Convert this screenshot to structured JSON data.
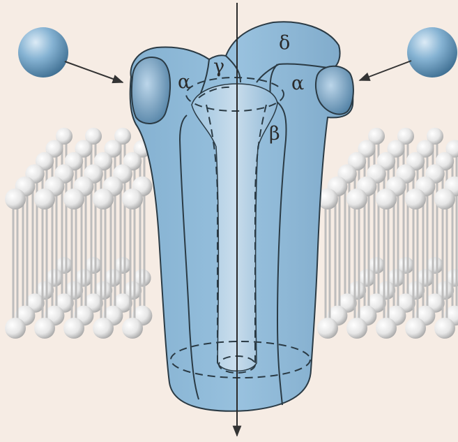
{
  "figure": {
    "subunit_labels": {
      "alpha_left": "α",
      "gamma": "γ",
      "delta": "δ",
      "alpha_right": "α",
      "beta": "β"
    },
    "colors": {
      "background": "#f6ece4",
      "receptor_fill": "#8db8d6",
      "receptor_outline": "#2a3a44",
      "ligand_fill": "#79a9cc",
      "lipid_head": "#e9e9e9",
      "lipid_tail": "#bfbfbf",
      "arrow": "#333333"
    },
    "icons": [
      "ligand-sphere-icon",
      "ligand-sphere-icon",
      "binding-arrow-icon",
      "binding-arrow-icon",
      "ion-flow-arrow-icon"
    ]
  }
}
